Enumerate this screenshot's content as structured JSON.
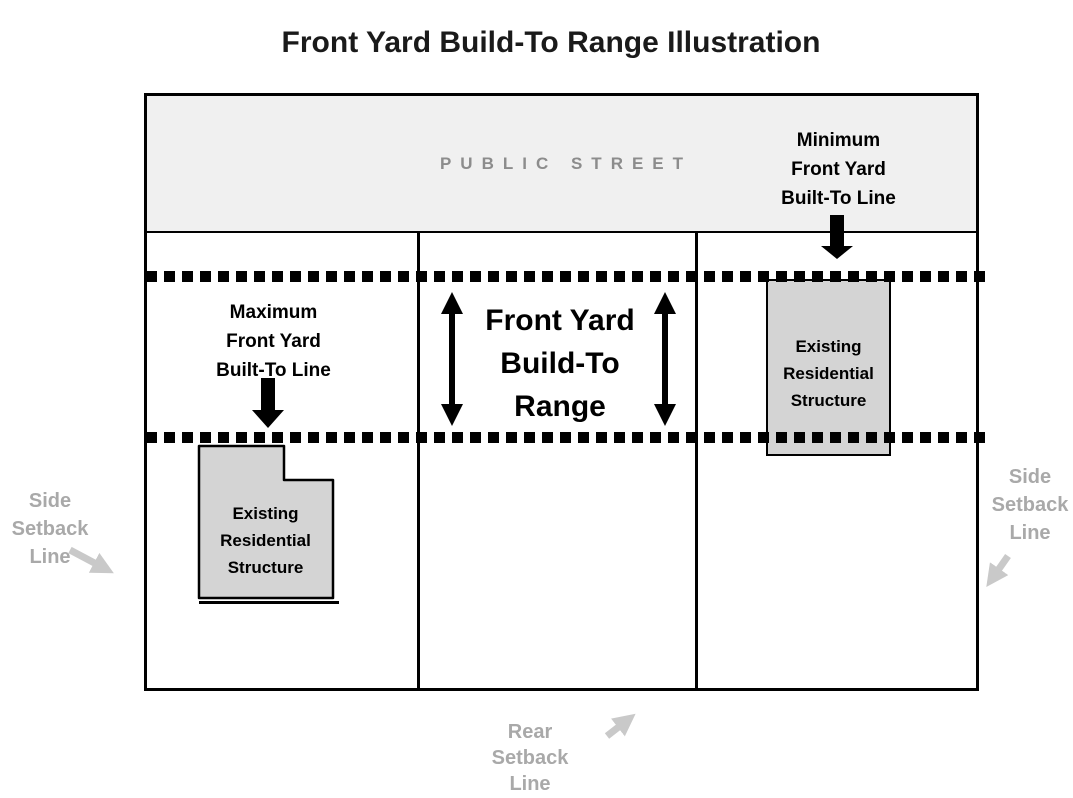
{
  "title": "Front Yard Build-To Range Illustration",
  "street": {
    "label": "PUBLIC STREET"
  },
  "annotations": {
    "min_built_to_line": {
      "lines": [
        "Minimum",
        "Front Yard",
        "Built-To Line"
      ]
    },
    "max_built_to_line": {
      "lines": [
        "Maximum",
        "Front Yard",
        "Built-To Line"
      ]
    },
    "build_to_range": {
      "lines": [
        "Front Yard",
        "Build-To",
        "Range"
      ]
    }
  },
  "structures": {
    "left": {
      "lines": [
        "Existing",
        "Residential",
        "Structure"
      ]
    },
    "right": {
      "lines": [
        "Existing",
        "Residential",
        "Structure"
      ]
    }
  },
  "setbacks": {
    "side_left": {
      "lines": [
        "Side",
        "Setback",
        "Line"
      ]
    },
    "side_right": {
      "lines": [
        "Side",
        "Setback",
        "Line"
      ]
    },
    "rear": {
      "lines": [
        "Rear",
        "Setback",
        "Line"
      ]
    }
  },
  "colors": {
    "street_fill": "#f0f0f0",
    "street_text": "#8c8c8c",
    "structure_fill": "#d4d4d4",
    "setback_text": "#a9a9a9",
    "setback_arrow": "#c9c9c9",
    "line_color": "#000000",
    "background": "#ffffff"
  }
}
